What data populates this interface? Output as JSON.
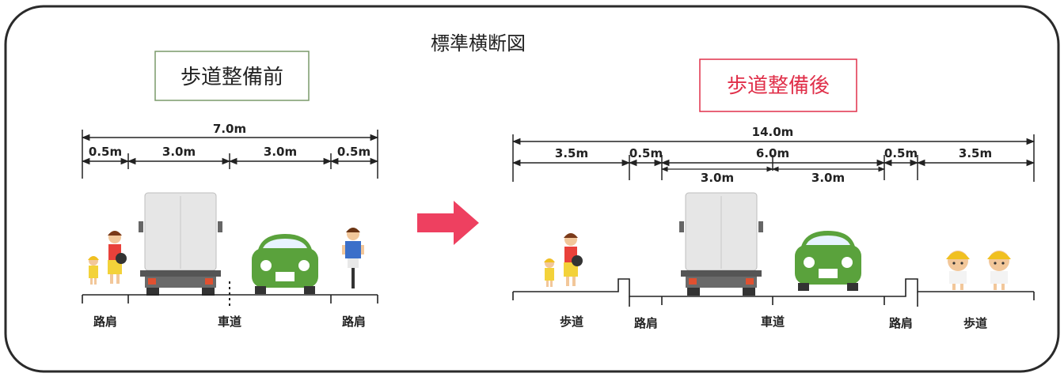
{
  "title": "標準横断図",
  "arrow_color": "#ee4060",
  "before": {
    "label": "歩道整備前",
    "label_color": "#222222",
    "frame_color": "#7a9a6a",
    "total": "7.0m",
    "segments": [
      "0.5m",
      "3.0m",
      "3.0m",
      "0.5m"
    ],
    "zones": [
      "路肩",
      "車道",
      "路肩"
    ]
  },
  "after": {
    "label": "歩道整備後",
    "label_color": "#e0304a",
    "frame_color": "#e0304a",
    "total": "14.0m",
    "segments": [
      "3.5m",
      "0.5m",
      "6.0m",
      "0.5m",
      "3.5m"
    ],
    "lanes": [
      "3.0m",
      "3.0m"
    ],
    "zones": [
      "歩道",
      "路肩",
      "車道",
      "路肩",
      "歩道"
    ]
  },
  "icons": [
    "pedestrian-mother-icon",
    "child-icon",
    "truck-icon",
    "car-icon",
    "cyclist-icon",
    "schoolchild-icon"
  ]
}
